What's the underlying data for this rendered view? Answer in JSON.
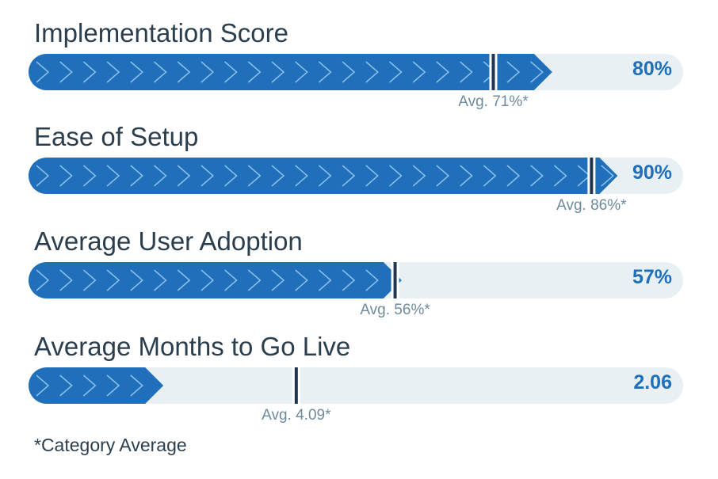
{
  "chart_data": {
    "type": "bar",
    "categories": [
      "Implementation Score",
      "Ease of Setup",
      "Average User Adoption",
      "Average Months to Go Live"
    ],
    "values": [
      80,
      90,
      57,
      2.06
    ],
    "value_labels": [
      "80%",
      "90%",
      "57%",
      "2.06"
    ],
    "averages": [
      71,
      86,
      56,
      4.09
    ],
    "average_labels": [
      "Avg. 71%*",
      "Avg. 86%*",
      "Avg. 56%*",
      "Avg. 4.09*"
    ],
    "ylim": [
      0,
      100
    ],
    "months_scale_max": 10,
    "footnote": "*Category Average"
  },
  "colors": {
    "bar": "#1f6fba",
    "track": "#e8f0f4",
    "marker": "#1f3550",
    "chevron": "#8cc0ea",
    "title": "#2b3e4d",
    "avg_text": "#6e8a9b"
  }
}
